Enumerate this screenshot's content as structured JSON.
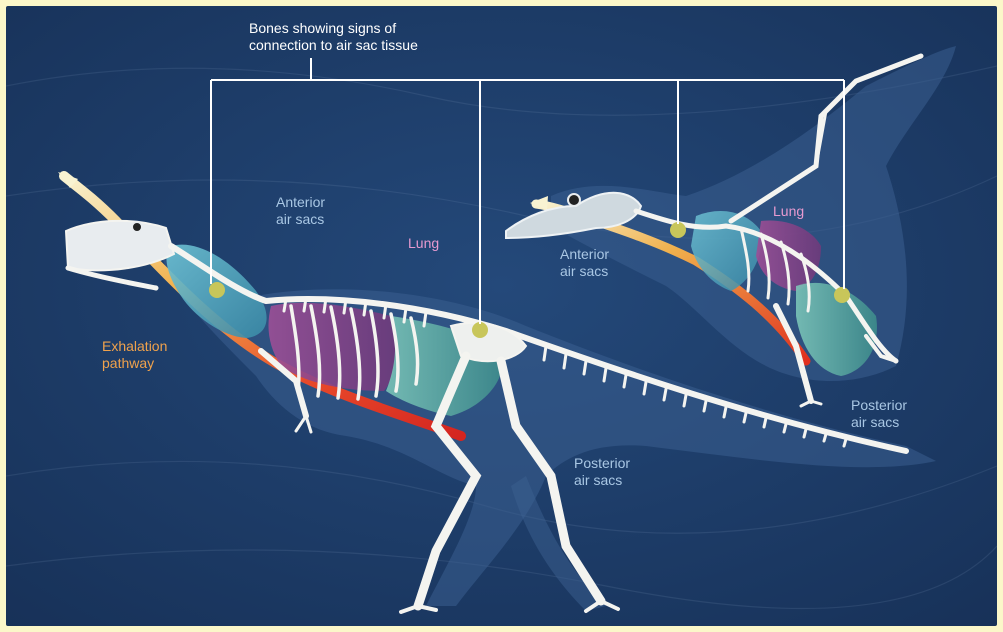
{
  "callout": {
    "line1": "Bones showing signs of",
    "line2": "connection to air sac tissue"
  },
  "dinosaur": {
    "anterior_line1": "Anterior",
    "anterior_line2": "air sacs",
    "lung": "Lung",
    "exhalation_line1": "Exhalation",
    "exhalation_line2": "pathway",
    "posterior_line1": "Posterior",
    "posterior_line2": "air sacs"
  },
  "bird": {
    "anterior_line1": "Anterior",
    "anterior_line2": "air sacs",
    "lung": "Lung",
    "posterior_line1": "Posterior",
    "posterior_line2": "air sacs"
  },
  "colors": {
    "background": "#1e3e6b",
    "frame": "#fbf7c9",
    "lung": "#8a4a8e",
    "anterior_sac": "#4a9fb5",
    "posterior_sac": "#4fa59a",
    "exhalation_pathway": "#f0a24c",
    "marker": "#c8c65a"
  }
}
